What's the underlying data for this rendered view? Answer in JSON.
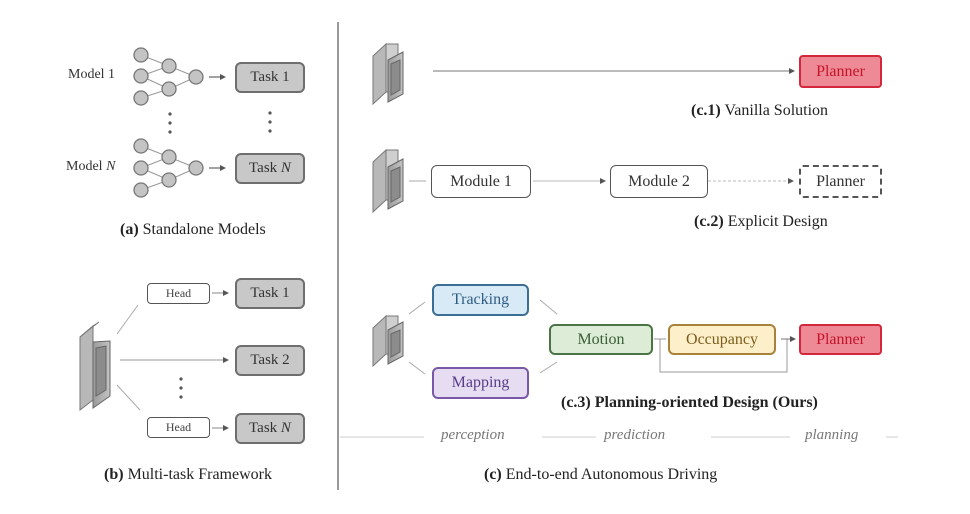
{
  "panel_a": {
    "caption_prefix": "(a)",
    "caption_text": "Standalone Models",
    "models": [
      {
        "label": "Model 1",
        "task": "Task 1"
      },
      {
        "label": "Model N",
        "task": "Task N"
      }
    ]
  },
  "panel_b": {
    "caption_prefix": "(b)",
    "caption_text": "Multi-task Framework",
    "heads": [
      "Head",
      "Head"
    ],
    "tasks": [
      "Task 1",
      "Task 2",
      "Task N"
    ]
  },
  "panel_c1": {
    "caption_prefix": "(c.1)",
    "caption_text": "Vanilla Solution",
    "planner": "Planner"
  },
  "panel_c2": {
    "caption_prefix": "(c.2)",
    "caption_text": "Explicit Design",
    "modules": [
      "Module 1",
      "Module 2"
    ],
    "planner": "Planner"
  },
  "panel_c3": {
    "caption": "(c.3) Planning-oriented Design (Ours)",
    "nodes": {
      "tracking": "Tracking",
      "mapping": "Mapping",
      "motion": "Motion",
      "occupancy": "Occupancy",
      "planner": "Planner"
    },
    "colors": {
      "tracking": "#3a6e94",
      "mapping": "#7a58a8",
      "motion": "#4a7445",
      "occupancy": "#a8823a",
      "planner": "#d3283c"
    }
  },
  "stages": [
    "perception",
    "prediction",
    "planning"
  ],
  "panel_c": {
    "caption_prefix": "(c)",
    "caption_text": "End-to-end Autonomous Driving"
  }
}
